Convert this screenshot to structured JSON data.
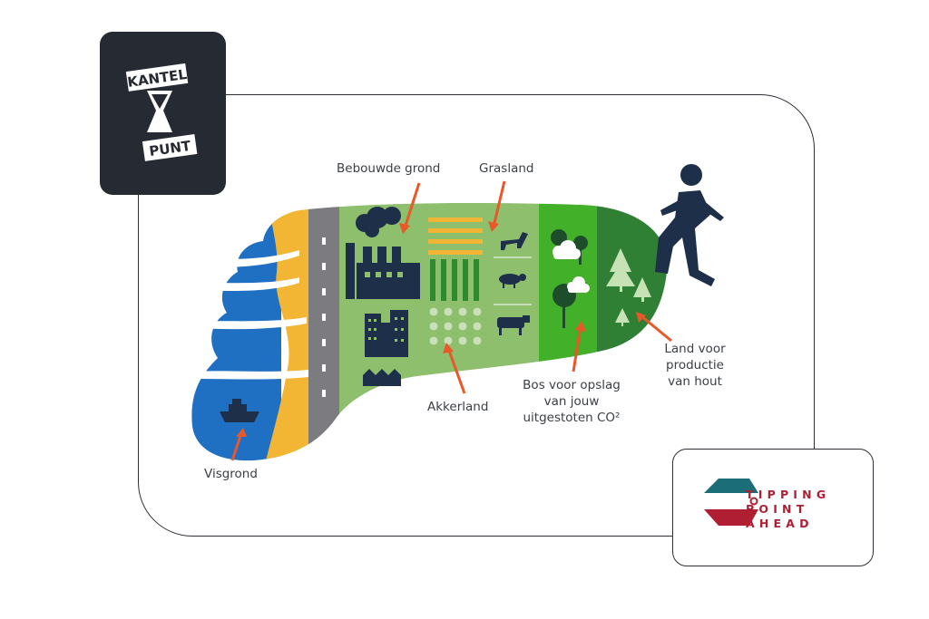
{
  "logos": {
    "kantelpunt": {
      "line1": "KANTEL",
      "line2": "PUNT"
    },
    "tipping_point_ahead": {
      "line1": "TIPPING",
      "line2": "POINT",
      "line3": "AHEAD"
    }
  },
  "diagram": {
    "labels": {
      "bebouwde_grond": "Bebouwde grond",
      "grasland": "Grasland",
      "akkerland": "Akkerland",
      "visgrond": "Visgrond",
      "bos": [
        "Bos voor opslag",
        "van jouw",
        "uitgestoten CO²"
      ],
      "land_hout": [
        "Land voor",
        "productie",
        "van hout"
      ]
    },
    "colors": {
      "ocean_blue": "#1f6fc3",
      "sand_yellow": "#f2b534",
      "road_gray": "#7b7b80",
      "light_green": "#8ebf6c",
      "mid_green": "#2e8a2e",
      "bright_green": "#43b02a",
      "dark_green": "#2f7f35",
      "navy_icon": "#1e2f4a",
      "arrow_orange": "#e8582a",
      "brand_red": "#b01e33",
      "brand_teal": "#1b6e78"
    }
  }
}
